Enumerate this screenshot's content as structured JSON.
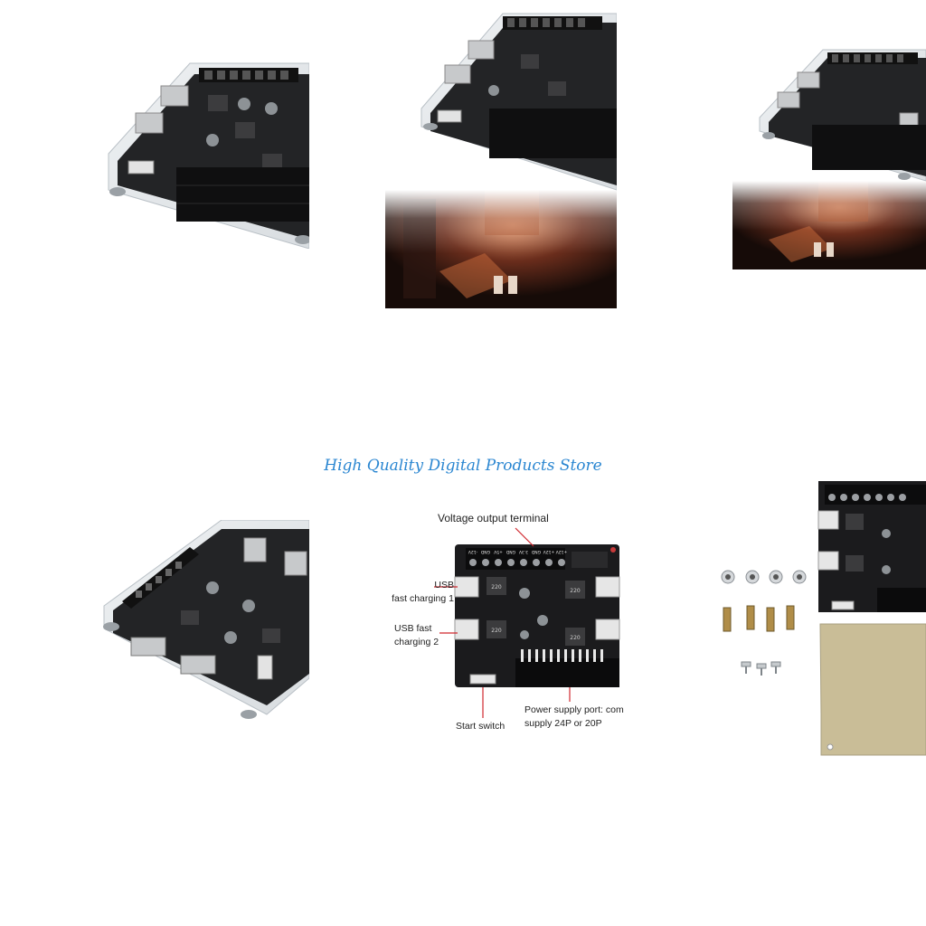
{
  "store": {
    "title": "High Quality Digital Products Store"
  },
  "board": {
    "terminal_labels": [
      "-12V",
      "GND",
      "+5V",
      "GND",
      "3.3V",
      "GND",
      "+12V",
      "+12V"
    ],
    "inductor_labels": [
      "220",
      "220",
      "220",
      "220"
    ]
  },
  "diagram": {
    "voltage_output_label": "Voltage output terminal",
    "usb1_label_line1": "USB",
    "usb1_label_line2": "fast charging 1",
    "usb2_label_line1": "USB fast",
    "usb2_label_line2": "charging 2",
    "start_switch_label": "Start switch",
    "power_port_line1": "Power supply port: com",
    "power_port_line2": "supply 24P or 20P"
  },
  "colors": {
    "title": "#2a86d1",
    "pcb": "#1b1b1d",
    "acrylic": "#d9dde0",
    "callout_line": "#d0282f"
  }
}
